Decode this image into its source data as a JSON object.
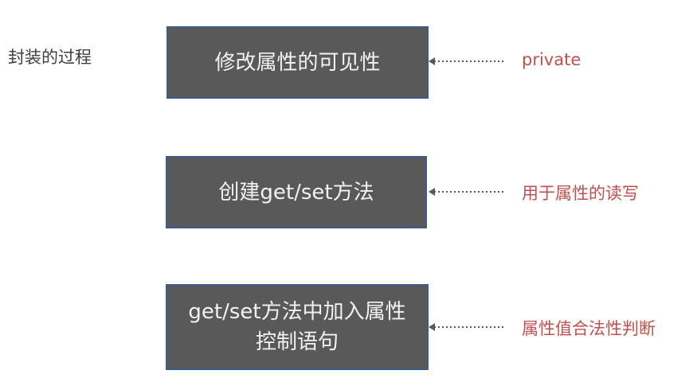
{
  "title": "封装的过程",
  "steps": [
    {
      "label": "修改属性的可见性",
      "note": "private"
    },
    {
      "label": "创建get/set方法",
      "note": "用于属性的读写"
    },
    {
      "label": "get/set方法中加入属性控制语句",
      "note": "属性值合法性判断"
    }
  ],
  "colors": {
    "box": "#595959",
    "border": "#3B5C8C",
    "note": "#C0504D",
    "arrow": "#595959"
  }
}
